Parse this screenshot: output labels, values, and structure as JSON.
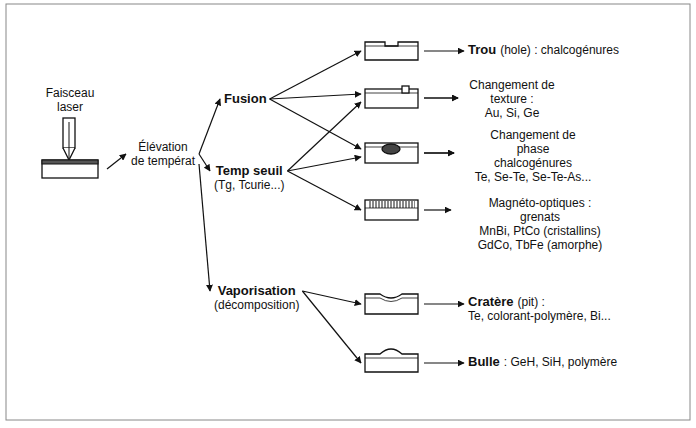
{
  "diagram": {
    "nodes": [
      {
        "text": [
          "Faisceau laser"
        ]
      },
      {
        "text": [
          "Élévation de températ"
        ]
      },
      {
        "text": [
          "Fusion"
        ]
      },
      {
        "text": [
          "Temp seuil",
          "(Tg, Tcurie...)"
        ]
      },
      {
        "text": [
          "Vaporisation",
          "(décomposition)"
        ]
      },
      {
        "text": [
          "Trou",
          "(hole) : chalcogénures"
        ]
      },
      {
        "text": [
          "Changement de texture :",
          "Au, Si, Ge"
        ]
      },
      {
        "text": [
          "Changement de phase",
          "chalcogénures",
          "Te, Se-Te, Se-Te-As..."
        ]
      },
      {
        "text": [
          "Magnéto-optiques :",
          "grenats",
          "MnBi, PtCo (cristallins)",
          "GdCo, TbFe (amorphe)"
        ]
      },
      {
        "text": [
          "Cratère",
          "(pit) :",
          "Te, colorant-polymère, Bi..."
        ]
      },
      {
        "text": [
          "Bulle",
          ": GeH, SiH, polymère"
        ]
      }
    ],
    "edges": [
      {
        "from": 0,
        "to": 1,
        "arrow": "to"
      },
      {
        "from": 1,
        "to": 2,
        "arrow": "to"
      },
      {
        "from": 1,
        "to": 3,
        "arrow": "to"
      },
      {
        "from": 1,
        "to": 4,
        "arrow": "to"
      },
      {
        "from": 2,
        "to": 5,
        "arrow": "to"
      },
      {
        "from": 2,
        "to": 6,
        "arrow": "to"
      },
      {
        "from": 2,
        "to": 7,
        "arrow": "to"
      },
      {
        "from": 3,
        "to": 6,
        "arrow": "to"
      },
      {
        "from": 3,
        "to": 7,
        "arrow": "to"
      },
      {
        "from": 3,
        "to": 8,
        "arrow": "to"
      },
      {
        "from": 4,
        "to": 9,
        "arrow": "to"
      },
      {
        "from": 4,
        "to": 10,
        "arrow": "to"
      }
    ]
  }
}
